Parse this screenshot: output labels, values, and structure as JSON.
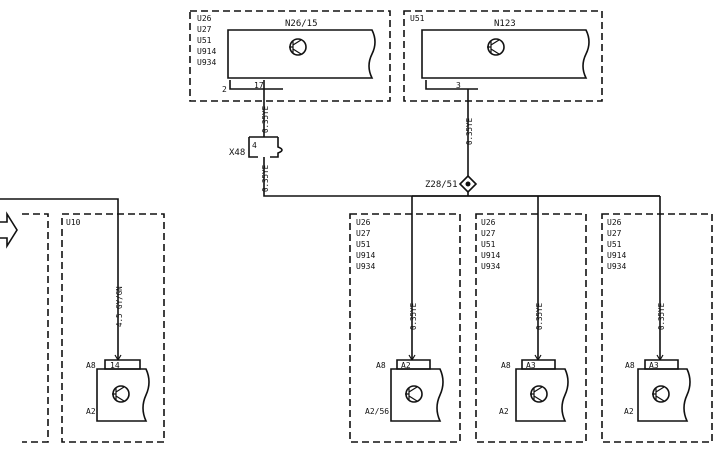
{
  "boxes": {
    "top_left_codes": [
      "U26",
      "U27",
      "U51",
      "U914",
      "U934"
    ],
    "top_left_component": "N26/15",
    "top_left_pin_a": "17",
    "top_left_pin_b": "2",
    "top_right_code": "U51",
    "top_right_component": "N123",
    "top_right_pin": "3",
    "left_code": "U10",
    "left_wire": "4.5 GY/GN",
    "left_top_label": "A8",
    "left_pin": "14",
    "left_bottom_label": "A2",
    "b1_codes": [
      "U26",
      "U27",
      "U51",
      "U914",
      "U934"
    ],
    "b1_wire": "0.35YE",
    "b1_top_label": "A8",
    "b1_pin": "A2",
    "b1_bottom_label": "A2/56",
    "b2_codes": [
      "U26",
      "U27",
      "U51",
      "U914",
      "U934"
    ],
    "b2_wire": "0.35YE",
    "b2_top_label": "A8",
    "b2_pin": "A3",
    "b2_bottom_label": "A2",
    "b3_codes": [
      "U26",
      "U27",
      "U51",
      "U914",
      "U934"
    ],
    "b3_wire": "0.35YE",
    "b3_top_label": "A8",
    "b3_pin": "A3",
    "b3_bottom_label": "A2"
  },
  "wires": {
    "w_n26": "0.35YE",
    "w_x48": "0.35YE",
    "w_n123": "0.35YE"
  },
  "connector": {
    "x48_label": "X48",
    "x48_pin": "4",
    "splice_label": "Z28/51"
  }
}
